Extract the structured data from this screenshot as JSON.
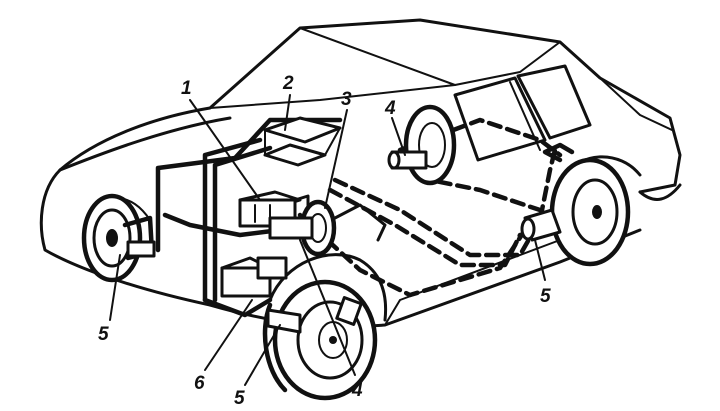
{
  "diagram": {
    "colors": {
      "ink": "#111111",
      "background": "#ffffff"
    },
    "callouts": [
      {
        "id": "c1",
        "text": "1"
      },
      {
        "id": "c2",
        "text": "2"
      },
      {
        "id": "c3",
        "text": "3"
      },
      {
        "id": "c4a",
        "text": "4"
      },
      {
        "id": "c4b",
        "text": "4"
      },
      {
        "id": "c5a",
        "text": "5"
      },
      {
        "id": "c5b",
        "text": "5"
      },
      {
        "id": "c5c",
        "text": "5"
      },
      {
        "id": "c6",
        "text": "6"
      }
    ]
  }
}
